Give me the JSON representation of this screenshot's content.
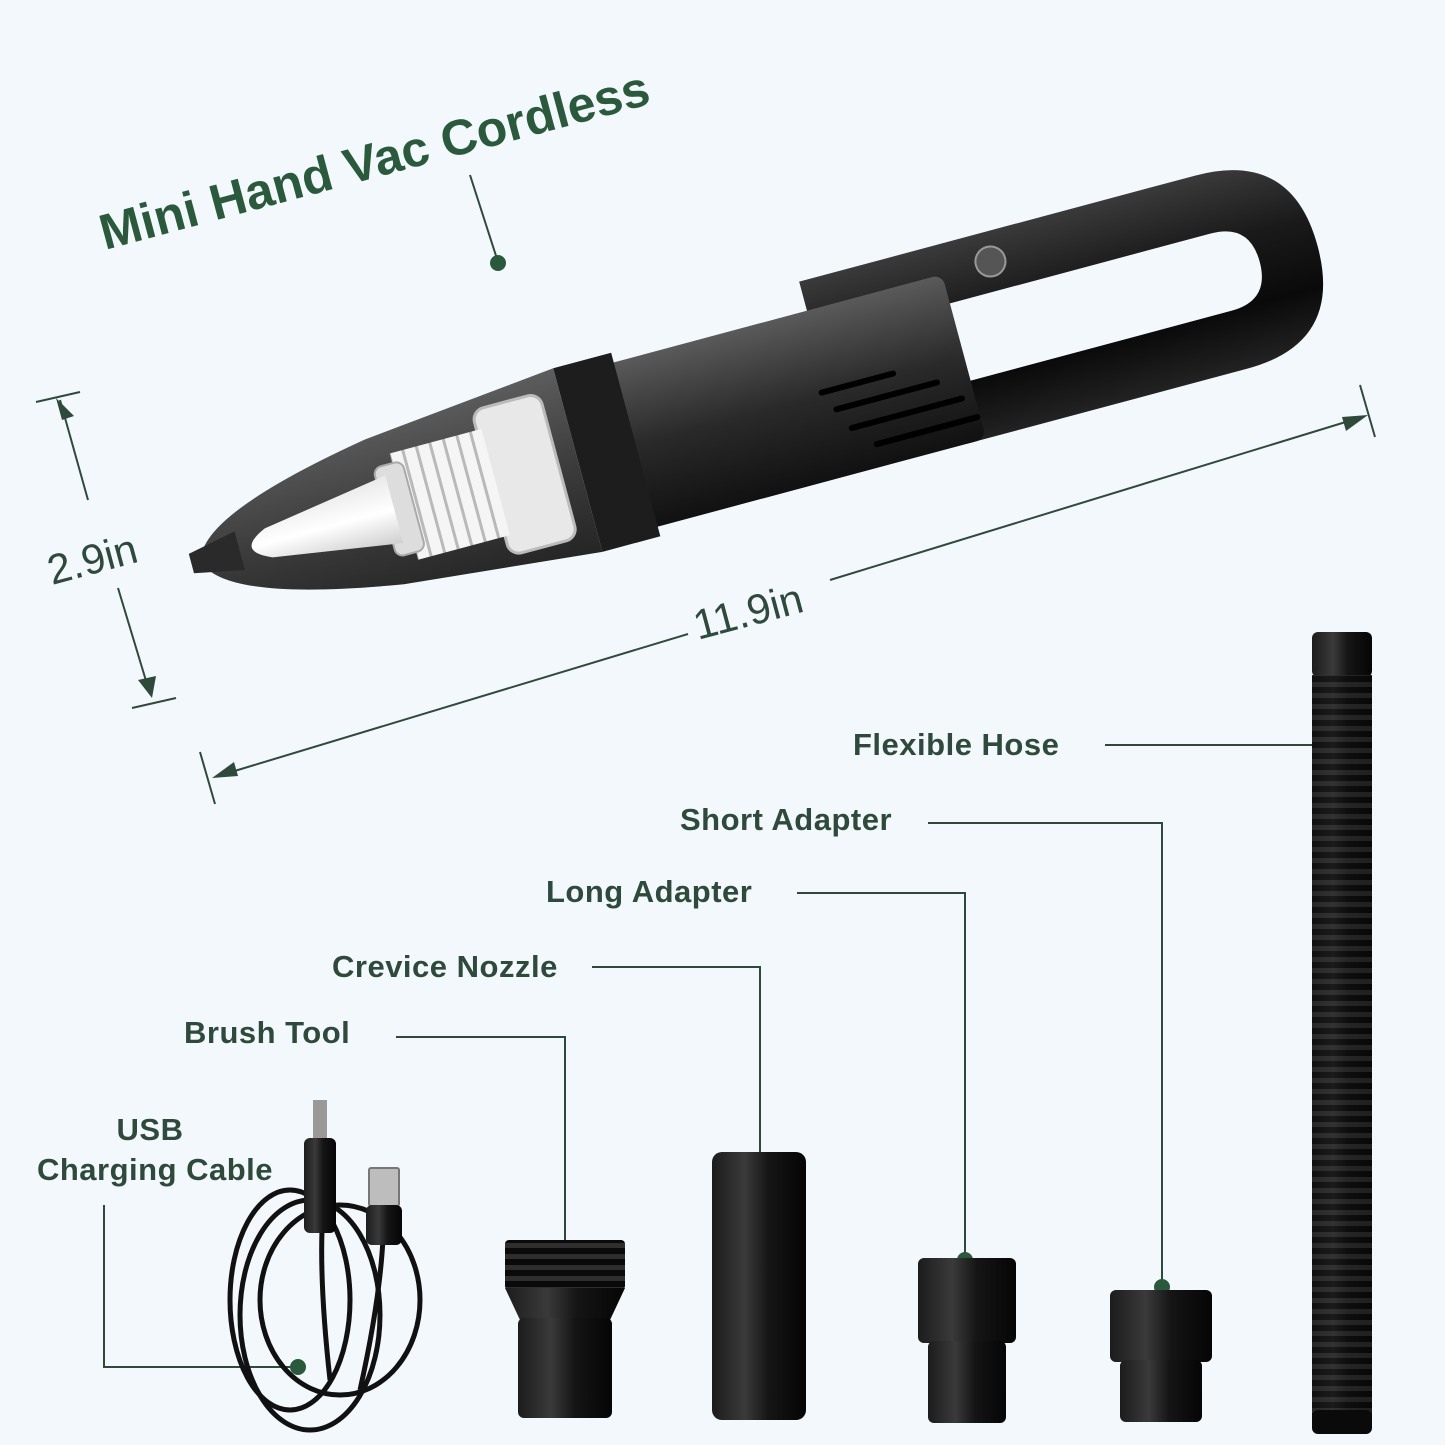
{
  "title": "Mini Hand Vac Cordless",
  "dimensions": {
    "height": "2.9in",
    "length": "11.9in"
  },
  "accessories": [
    {
      "label": "Flexible Hose"
    },
    {
      "label": "Short Adapter"
    },
    {
      "label": "Long Adapter"
    },
    {
      "label": "Crevice Nozzle"
    },
    {
      "label": "Brush Tool"
    },
    {
      "label_line1": "USB",
      "label_line2": "Charging Cable"
    }
  ],
  "colors": {
    "background": "#f3f8fc",
    "label_text": "#2e4a3a",
    "accent_green": "#2a5a3c",
    "product_black": "#0d0d0d"
  }
}
